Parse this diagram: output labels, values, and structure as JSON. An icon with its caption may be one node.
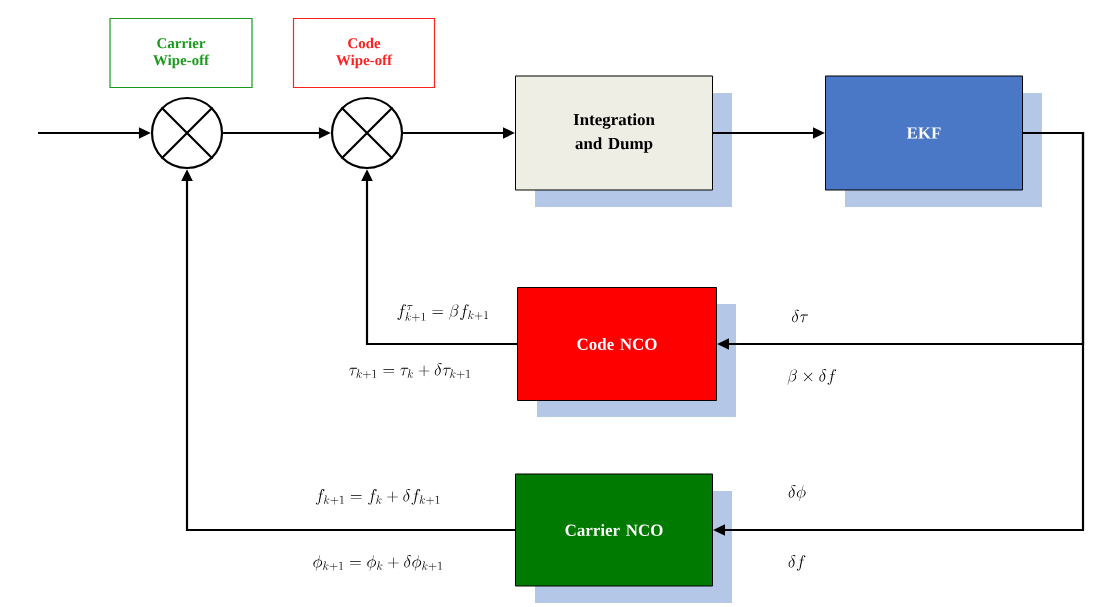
{
  "diagram": {
    "nodes": [
      {
        "text": [
          "Carrier Wipe-off"
        ]
      },
      {
        "text": [
          "Code Wipe-off"
        ]
      },
      {
        "text": [],
        "shape": "circle"
      },
      {
        "text": [],
        "shape": "circle"
      },
      {
        "text": [
          "Integration and Dump"
        ]
      },
      {
        "text": [
          "EKF"
        ]
      },
      {
        "text": [
          "Code NCO"
        ]
      },
      {
        "text": [
          "Carrier NCO"
        ]
      }
    ],
    "edges": [
      {
        "from": null,
        "to": 2,
        "arrow": "to"
      },
      {
        "from": 2,
        "to": 3,
        "arrow": "to"
      },
      {
        "from": 3,
        "to": 4,
        "arrow": "to"
      },
      {
        "from": 4,
        "to": 5,
        "arrow": "to"
      },
      {
        "from": 5,
        "to": 6,
        "arrow": "to"
      },
      {
        "from": 5,
        "to": 7,
        "arrow": "to"
      },
      {
        "from": 6,
        "to": 3,
        "arrow": "to"
      },
      {
        "from": 7,
        "to": 2,
        "arrow": "to"
      }
    ],
    "labels": [
      "f^{\\tau}_{k+1} = \\beta f_{k+1}",
      "\\tau_{k+1} = \\tau_k + \\delta\\tau_{k+1}",
      "\\delta\\tau",
      "\\beta \\times \\delta f",
      "f_{k+1} = f_k + \\delta f_{k+1}",
      "\\phi_{k+1} = \\phi_k + \\delta\\phi_{k+1}",
      "\\delta\\phi",
      "\\delta f"
    ]
  }
}
